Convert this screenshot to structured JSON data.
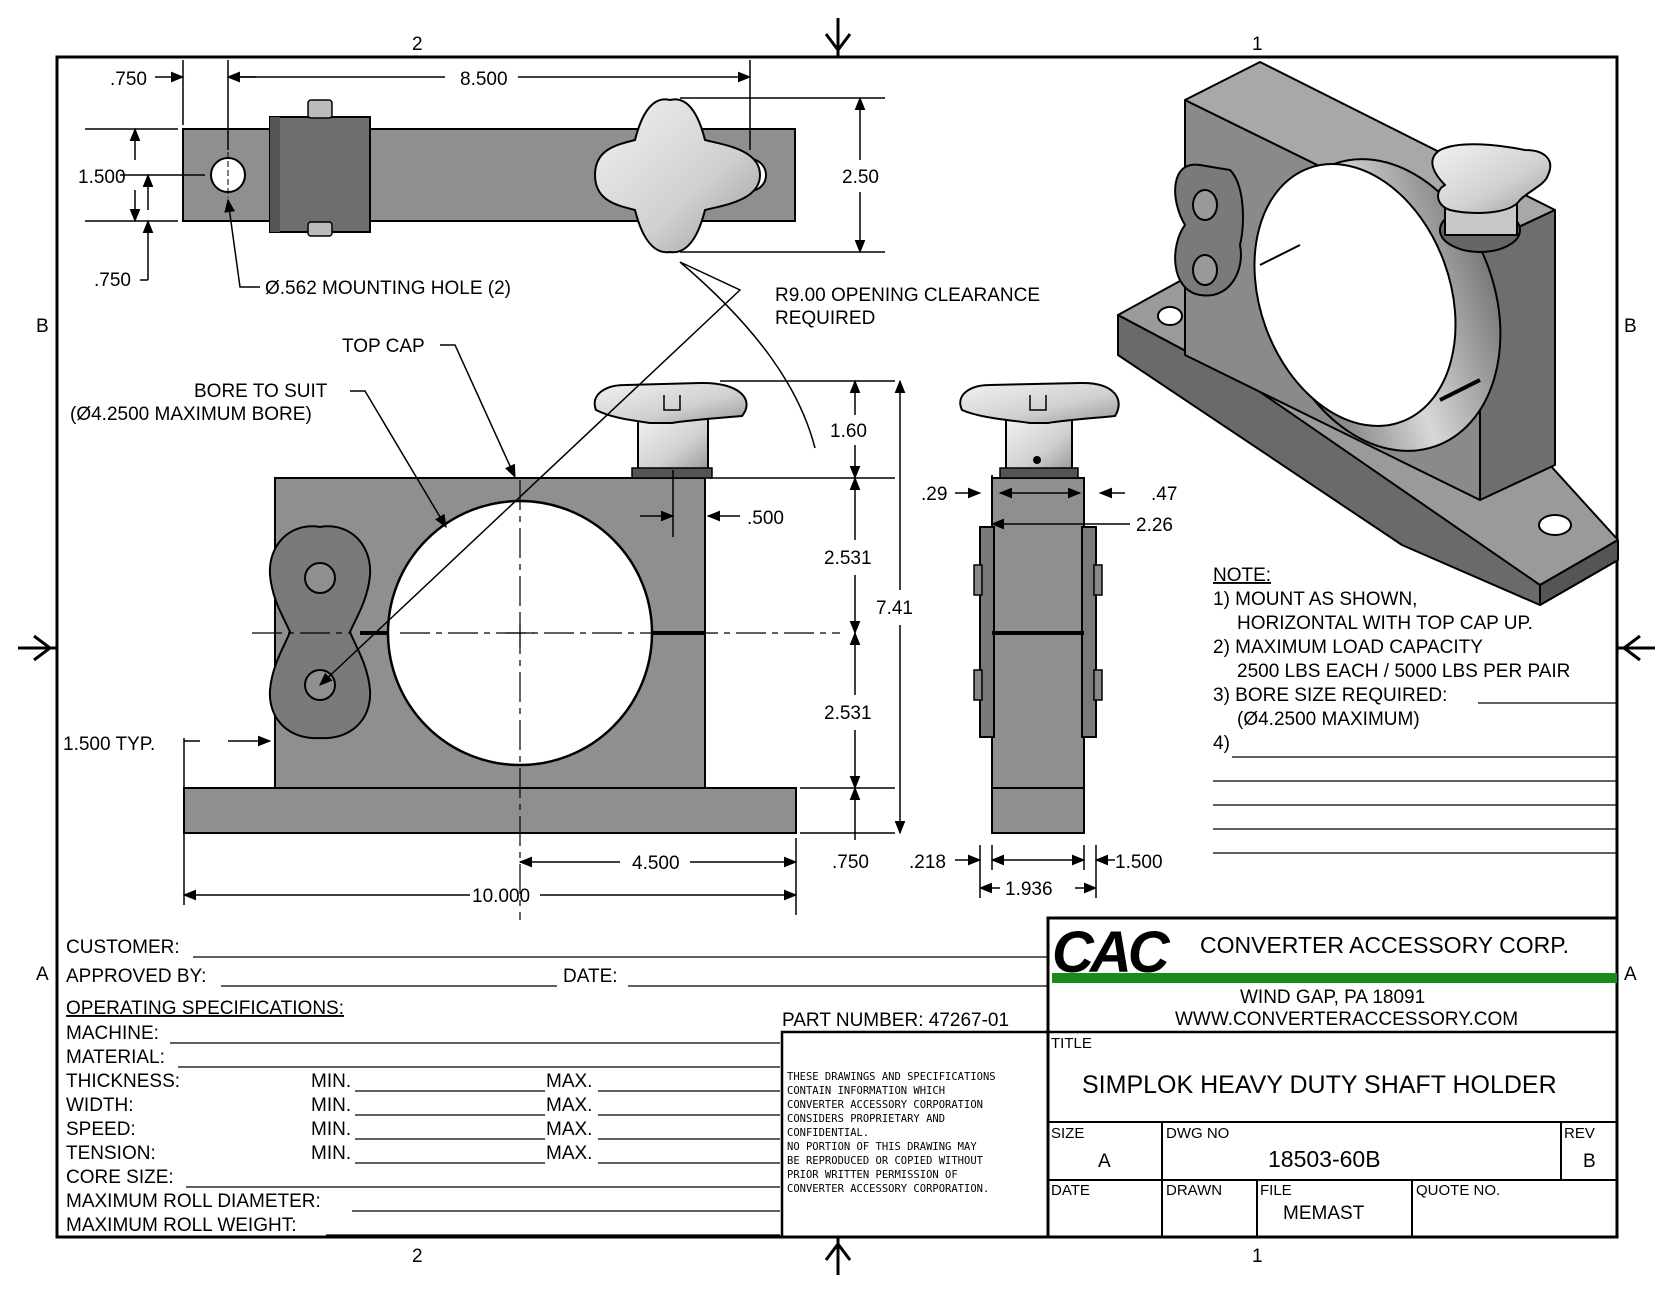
{
  "zones": {
    "top_left": "2",
    "top_right": "1",
    "bottom_left": "2",
    "bottom_right": "1",
    "left_top": "B",
    "right_top": "B",
    "left_bottom": "A",
    "right_bottom": "A"
  },
  "dims": {
    "top_750": ".750",
    "top_8500": "8.500",
    "top_1500": "1.500",
    "top_750b": ".750",
    "top_250": "2.50",
    "mount_hole": "Ø.562 MOUNTING HOLE (2)",
    "opening_1": "R9.00 OPENING CLEARANCE",
    "opening_2": "REQUIRED",
    "top_cap": "TOP CAP",
    "bore_1": "BORE TO SUIT",
    "bore_2": "(Ø4.2500 MAXIMUM BORE)",
    "d_160": "1.60",
    "d_500": ".500",
    "d_2531a": "2.531",
    "d_741": "7.41",
    "d_2531b": "2.531",
    "d_1500typ": "1.500 TYP.",
    "d_750": ".750",
    "d_4500": "4.500",
    "d_10000": "10.000",
    "s_29": ".29",
    "s_47": ".47",
    "s_226": "2.26",
    "s_218": ".218",
    "s_1500": "1.500",
    "s_1936": "1.936"
  },
  "notes": {
    "title": "NOTE:",
    "n1a": "1) MOUNT AS SHOWN,",
    "n1b": "HORIZONTAL WITH TOP CAP UP.",
    "n2a": "2) MAXIMUM LOAD CAPACITY",
    "n2b": "2500 LBS EACH / 5000 LBS PER PAIR",
    "n3a": "3) BORE SIZE REQUIRED:",
    "n3b": "(Ø4.2500 MAXIMUM)",
    "n4": "4)"
  },
  "form": {
    "customer": "CUSTOMER:",
    "approved_by": "APPROVED BY:",
    "date": "DATE:",
    "op_specs": "OPERATING SPECIFICATIONS:",
    "machine": "MACHINE:",
    "material": "MATERIAL:",
    "thickness": "THICKNESS:",
    "width": "WIDTH:",
    "speed": "SPEED:",
    "tension": "TENSION:",
    "min": "MIN.",
    "max": "MAX.",
    "core_size": "CORE SIZE:",
    "max_roll_dia": "MAXIMUM ROLL DIAMETER:",
    "max_roll_wt": "MAXIMUM ROLL WEIGHT:",
    "part_number": "PART NUMBER: 47267-01"
  },
  "confidential": [
    "THESE DRAWINGS AND SPECIFICATIONS",
    "CONTAIN INFORMATION WHICH",
    "CONVERTER ACCESSORY CORPORATION",
    "CONSIDERS PROPRIETARY AND",
    "CONFIDENTIAL.",
    "NO PORTION OF THIS DRAWING MAY",
    "BE REPRODUCED OR COPIED WITHOUT",
    "PRIOR WRITTEN PERMISSION OF",
    "CONVERTER ACCESSORY CORPORATION."
  ],
  "title_block": {
    "logo": "CAC",
    "company": "CONVERTER ACCESSORY CORP.",
    "address": "WIND GAP, PA 18091",
    "website": "WWW.CONVERTERACCESSORY.COM",
    "title_label": "TITLE",
    "title": "SIMPLOK HEAVY DUTY SHAFT HOLDER",
    "size_label": "SIZE",
    "size": "A",
    "dwg_label": "DWG NO",
    "dwg_no": "18503-60B",
    "rev_label": "REV",
    "rev": "B",
    "date_label": "DATE",
    "drawn_label": "DRAWN",
    "file_label": "FILE",
    "file": "MEMAST",
    "quote_label": "QUOTE NO."
  },
  "colors": {
    "border": "#000000",
    "part_fill": "#8f8f8f",
    "logo_green": "#1a8a1a"
  }
}
